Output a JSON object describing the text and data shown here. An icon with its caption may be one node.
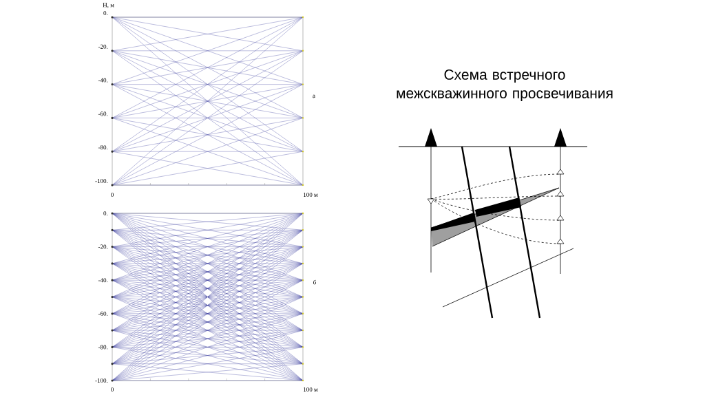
{
  "diagram": {
    "title": "Схема встречного межскважинного просвечивания",
    "labels": [
      "H, м",
      "0.",
      "-20.",
      "-40.",
      "-60.",
      "-80.",
      "-100.",
      "0",
      "100 м",
      "а",
      "0.",
      "-20.",
      "-40.",
      "-60.",
      "-80.",
      "-100.",
      "0",
      "100 м",
      "б"
    ]
  }
}
